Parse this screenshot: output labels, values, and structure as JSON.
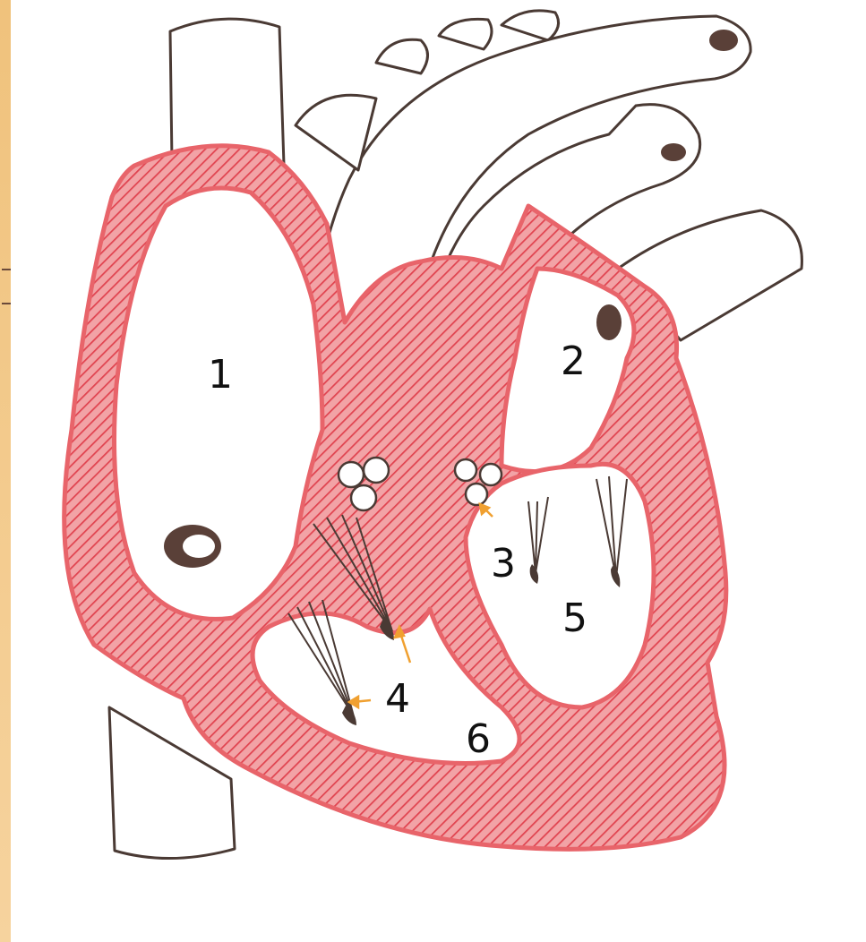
{
  "colors": {
    "frame": "#f3c98a",
    "wall": "#e8646a",
    "hatch": "#d84552",
    "outline": "#4a3a34",
    "arrow": "#f0a030",
    "background": "#ffffff"
  },
  "labels": {
    "l1": "1",
    "l2": "2",
    "l3": "3",
    "l4": "4",
    "l5": "5",
    "l6": "6"
  }
}
